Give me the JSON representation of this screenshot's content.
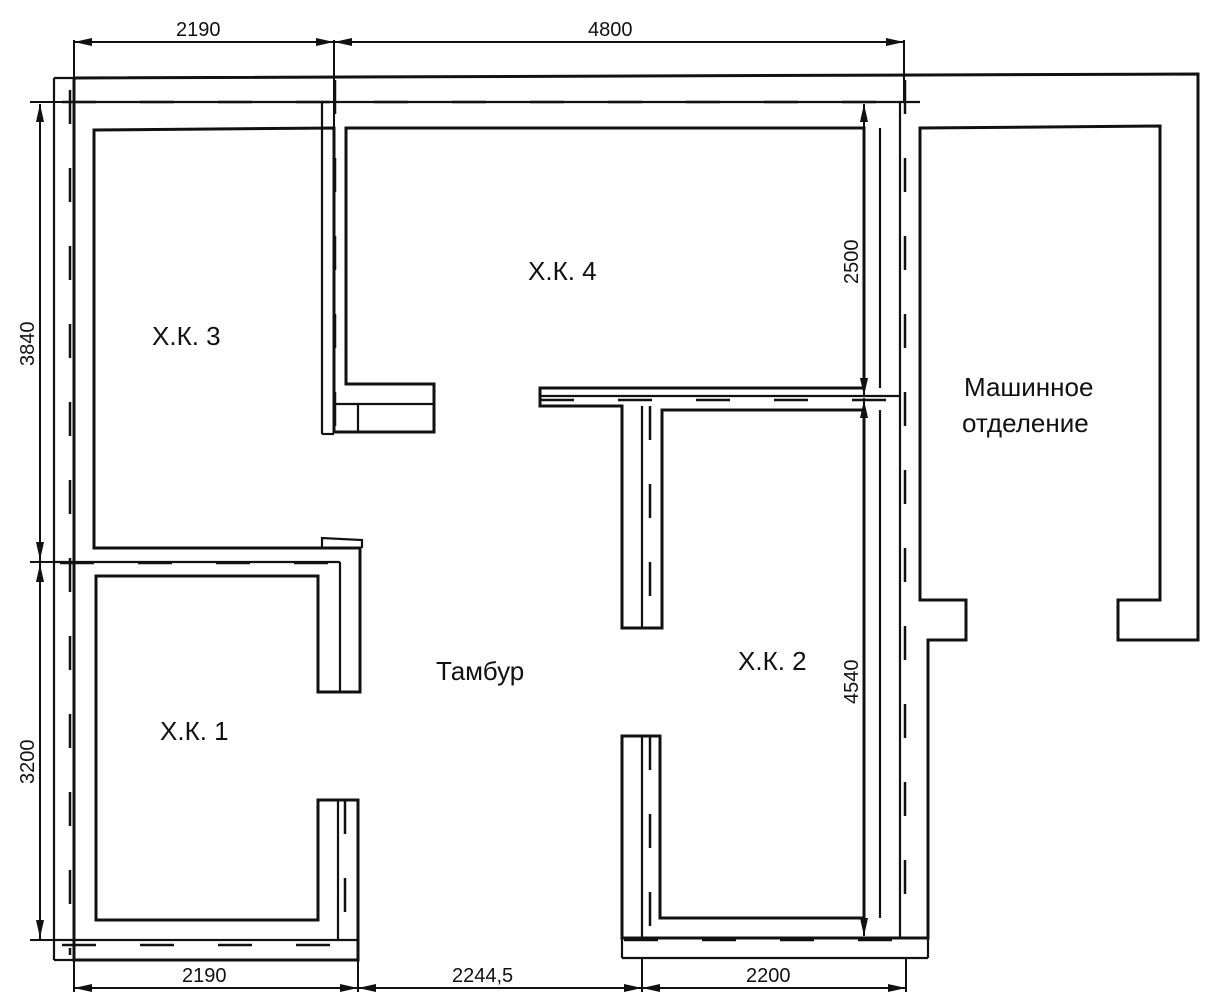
{
  "rooms": {
    "xk3": "Х.К. 3",
    "xk4": "Х.К. 4",
    "xk1": "Х.К. 1",
    "xk2": "Х.К. 2",
    "vestibule": "Тамбур",
    "machine_line1": "Машинное",
    "machine_line2": "отделение"
  },
  "dimensions": {
    "top_left": "2190",
    "top_right": "4800",
    "bottom_left": "2190",
    "bottom_middle": "2244,5",
    "bottom_right": "2200",
    "left_upper": "3840",
    "left_lower": "3200",
    "inner_upper": "2500",
    "inner_lower": "4540"
  }
}
